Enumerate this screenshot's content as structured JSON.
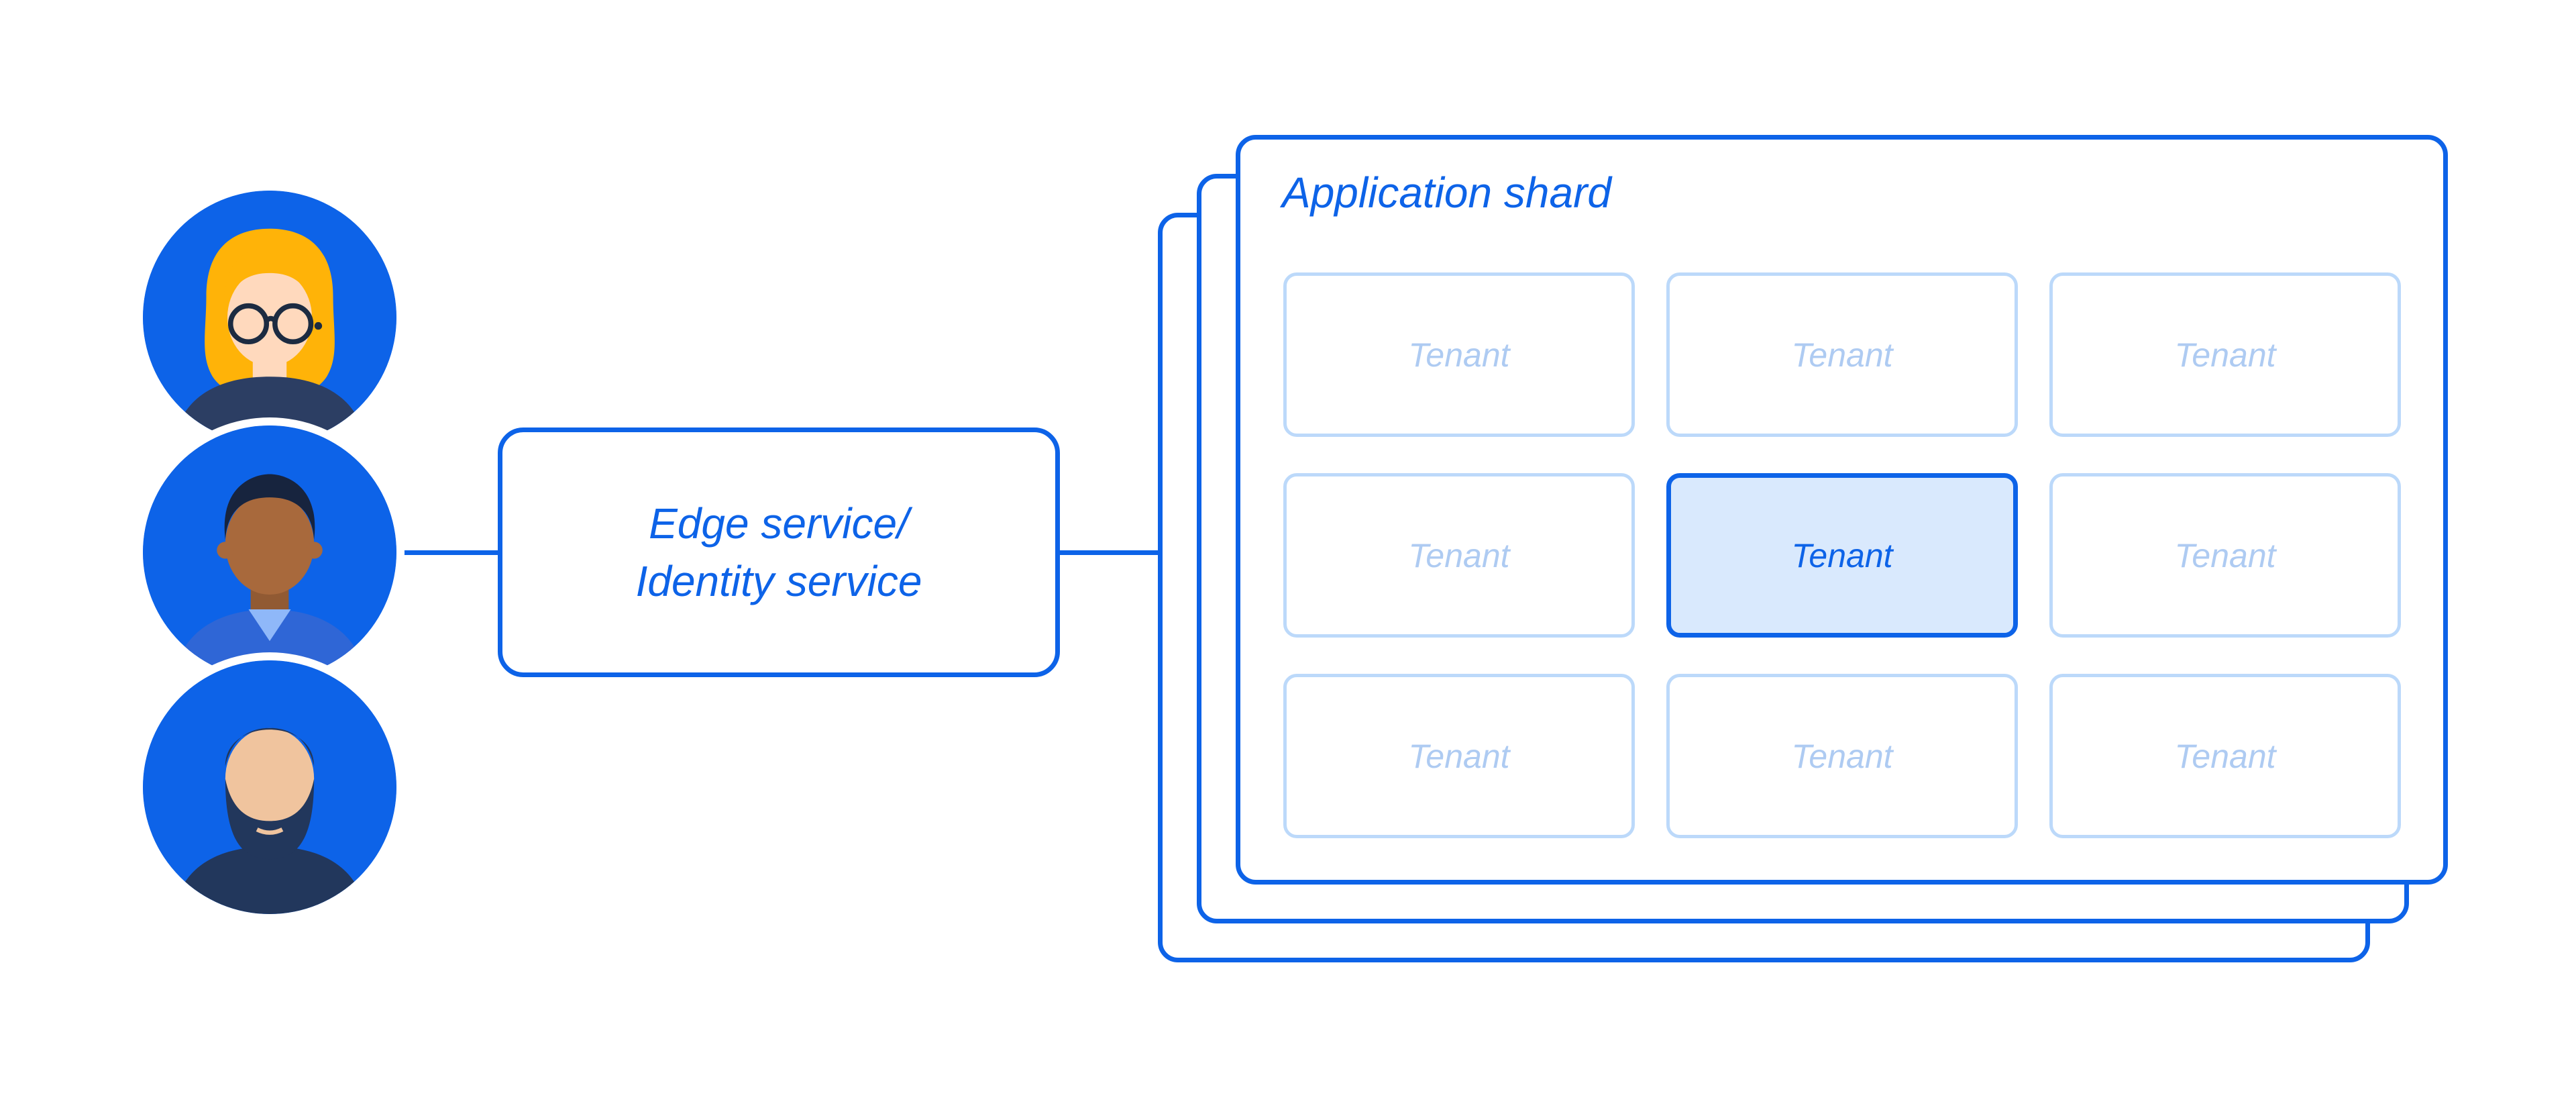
{
  "diagram": {
    "users": [
      {
        "icon": "woman-with-glasses-avatar-icon"
      },
      {
        "icon": "man-avatar-icon"
      },
      {
        "icon": "man-with-beard-avatar-icon"
      }
    ],
    "edge_service": {
      "line1": "Edge service/",
      "line2": "Identity service"
    },
    "application_shard": {
      "title": "Application shard",
      "tenants": [
        {
          "label": "Tenant",
          "highlighted": false
        },
        {
          "label": "Tenant",
          "highlighted": false
        },
        {
          "label": "Tenant",
          "highlighted": false
        },
        {
          "label": "Tenant",
          "highlighted": false
        },
        {
          "label": "Tenant",
          "highlighted": true
        },
        {
          "label": "Tenant",
          "highlighted": false
        },
        {
          "label": "Tenant",
          "highlighted": false
        },
        {
          "label": "Tenant",
          "highlighted": false
        },
        {
          "label": "Tenant",
          "highlighted": false
        }
      ]
    },
    "colors": {
      "primary_blue": "#0d63e8",
      "light_blue_border": "#bcd9fa",
      "light_blue_text": "#aecbf2",
      "highlight_fill": "#d9e9fd",
      "avatar_bg": "#0d63e8"
    }
  }
}
